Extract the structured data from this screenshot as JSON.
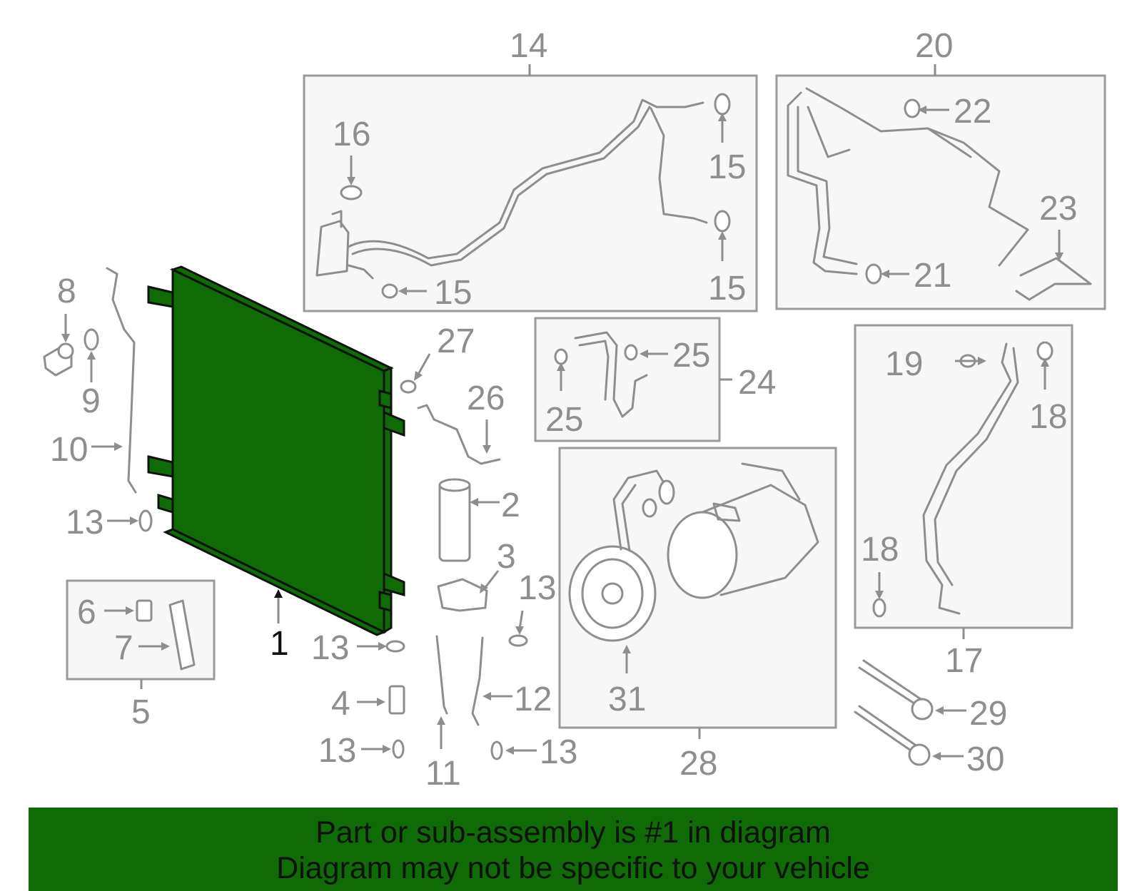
{
  "highlight_color": "#0f6b06",
  "outline_color": "#8e8e8e",
  "callouts": {
    "n1": "1",
    "n2": "2",
    "n3": "3",
    "n4": "4",
    "n5": "5",
    "n6": "6",
    "n7": "7",
    "n8": "8",
    "n9": "9",
    "n10": "10",
    "n11": "11",
    "n12": "12",
    "n13": "13",
    "n14": "14",
    "n15": "15",
    "n16": "16",
    "n17": "17",
    "n18": "18",
    "n19": "19",
    "n20": "20",
    "n21": "21",
    "n22": "22",
    "n23": "23",
    "n24": "24",
    "n25": "25",
    "n26": "26",
    "n27": "27",
    "n28": "28",
    "n29": "29",
    "n30": "30",
    "n31": "31"
  },
  "banner": {
    "line1": "Part or sub-assembly is #1 in diagram",
    "line2": "Diagram may not be specific to your vehicle"
  }
}
